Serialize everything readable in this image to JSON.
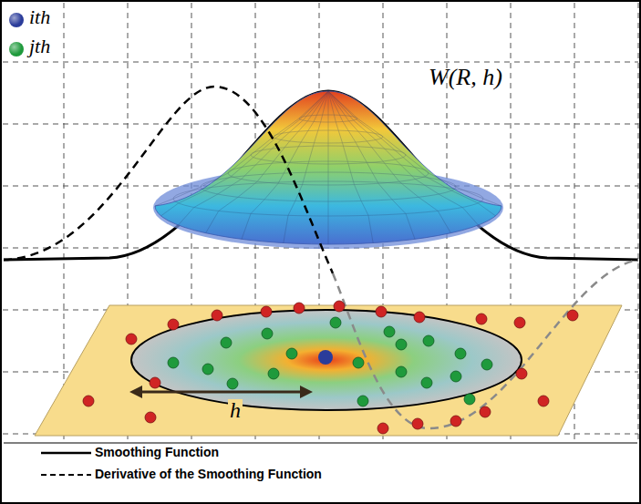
{
  "diagram": {
    "labels": [
      "W(R, h)",
      "h"
    ],
    "legend": [
      {
        "text": "ith",
        "color": "#2b3c9a"
      },
      {
        "text": "jth",
        "color": "#1f9a3c"
      },
      {
        "text": "Smoothing Function"
      },
      {
        "text": "Derivative of the Smoothing Function"
      }
    ]
  }
}
